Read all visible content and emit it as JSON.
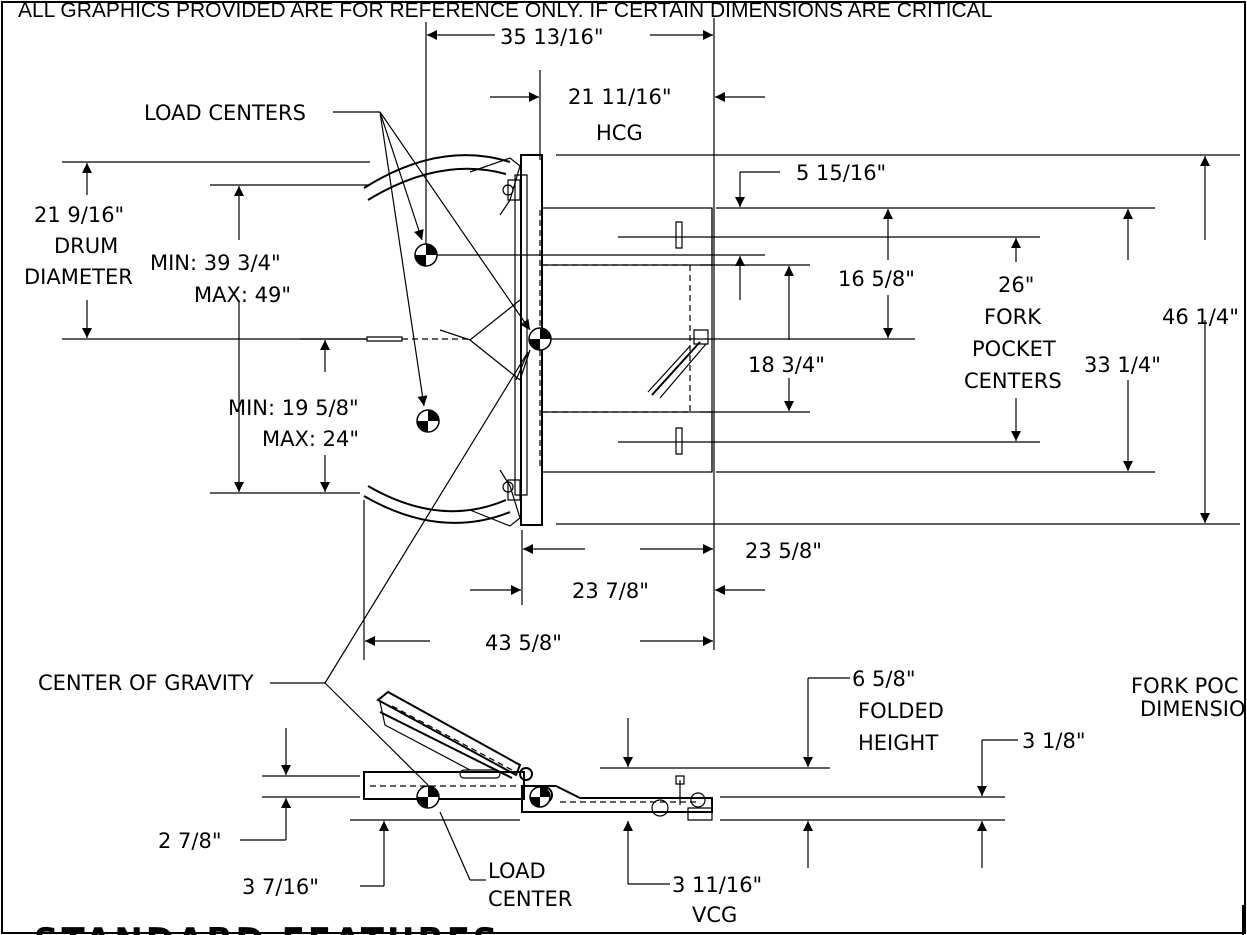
{
  "header": {
    "disclaimer": "ALL GRAPHICS PROVIDED ARE FOR REFERENCE ONLY. IF CERTAIN DIMENSIONS ARE CRITICAL"
  },
  "section_title": "STANDARD FEATURES",
  "labels": {
    "load_centers": "LOAD CENTERS",
    "center_of_gravity": "CENTER OF GRAVITY",
    "load_center_1": "LOAD",
    "load_center_2": "CENTER",
    "drum_1": "21 9/16\"",
    "drum_2": "DRUM",
    "drum_3": "DIAMETER",
    "fork_pocket_1": "26\"",
    "fork_pocket_2": "FORK",
    "fork_pocket_3": "POCKET",
    "fork_pocket_4": "CENTERS",
    "fork_pocket_dims_1": "FORK POC",
    "fork_pocket_dims_2": "DIMENSIO",
    "folded_1": "6 5/8\"",
    "folded_2": "FOLDED",
    "folded_3": "HEIGHT",
    "hcg_1": "21 11/16\"",
    "hcg_2": "HCG",
    "vcg_1": "3 11/16\"",
    "vcg_2": "VCG"
  },
  "dimensions": {
    "top_width": "35 13/16\"",
    "fork_offset": "5 15/16\"",
    "dim_16": "16 5/8\"",
    "dim_18": "18 3/4\"",
    "dim_33": "33 1/4\"",
    "dim_46": "46 1/4\"",
    "min_1": "MIN: 39 3/4\"",
    "max_1": "MAX: 49\"",
    "min_2": "MIN: 19 5/8\"",
    "max_2": "MAX: 24\"",
    "dim_23_5": "23 5/8\"",
    "dim_23_7": "23 7/8\"",
    "dim_43": "43 5/8\"",
    "dim_3_1": "3 1/8\"",
    "dim_2_7": "2 7/8\"",
    "dim_3_7": "3 7/16\""
  }
}
